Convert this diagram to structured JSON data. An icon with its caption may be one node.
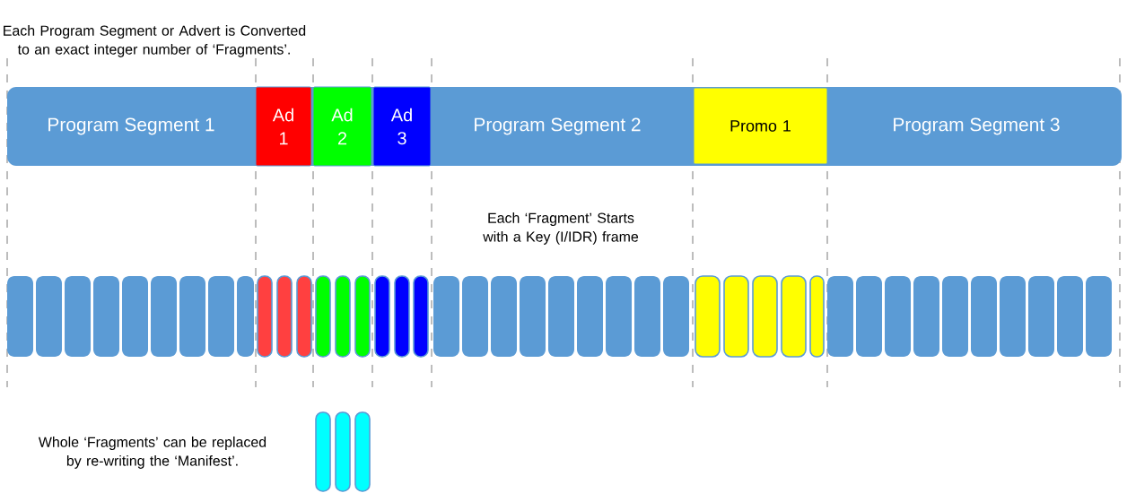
{
  "diagram": {
    "nodes": [
      {
        "text": [
          "Program Segment 1",
          "Program Segment 2",
          "Program Segment 3"
        ]
      },
      {
        "text": [
          "Ad 1"
        ],
        "in": 0
      },
      {
        "text": [
          "Ad 2"
        ],
        "in": 0
      },
      {
        "text": [
          "Ad 3"
        ],
        "in": 0
      },
      {
        "text": [
          "Promo 1"
        ],
        "in": 0
      }
    ],
    "labels": [
      "Each Program Segment or Advert is Converted to an exact integer number of ‘Fragments’.",
      "Each ‘Fragment’ Starts with a Key (I/IDR) frame",
      "Whole ‘Fragments’ can be replaced by re-writing the ‘Manifest’."
    ]
  }
}
